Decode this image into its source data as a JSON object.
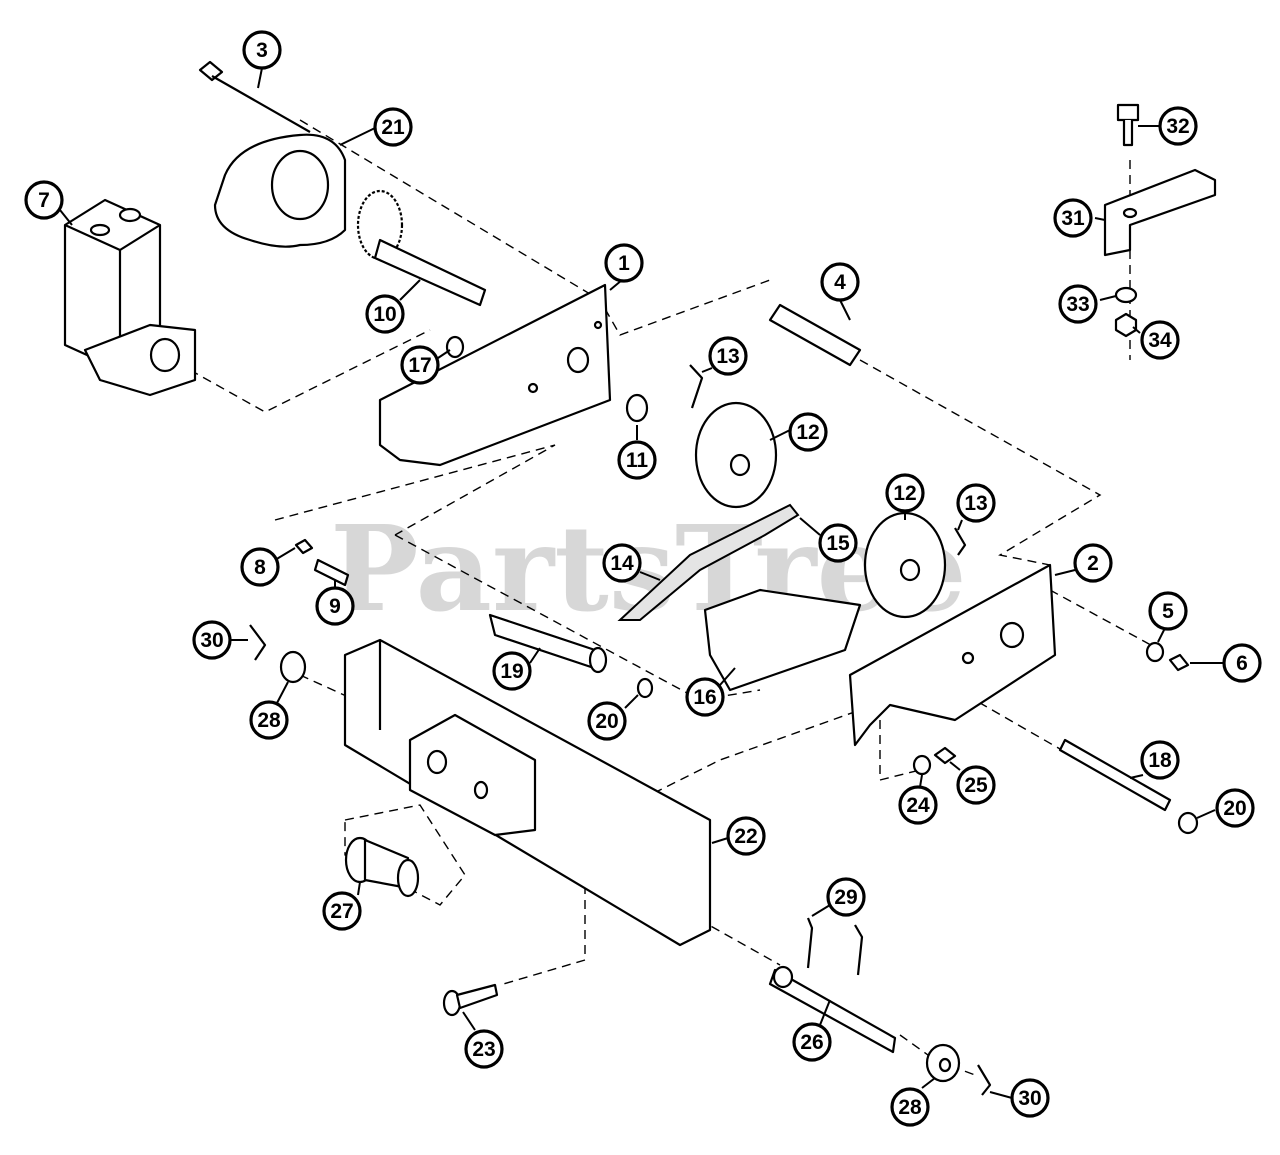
{
  "watermark": "PartsTree",
  "labels": [
    {
      "id": "3",
      "text": "3"
    },
    {
      "id": "21",
      "text": "21"
    },
    {
      "id": "7",
      "text": "7"
    },
    {
      "id": "10",
      "text": "10"
    },
    {
      "id": "1",
      "text": "1"
    },
    {
      "id": "4",
      "text": "4"
    },
    {
      "id": "17",
      "text": "17"
    },
    {
      "id": "13a",
      "text": "13"
    },
    {
      "id": "11",
      "text": "11"
    },
    {
      "id": "12a",
      "text": "12"
    },
    {
      "id": "12b",
      "text": "12"
    },
    {
      "id": "13b",
      "text": "13"
    },
    {
      "id": "15",
      "text": "15"
    },
    {
      "id": "14",
      "text": "14"
    },
    {
      "id": "8",
      "text": "8"
    },
    {
      "id": "9",
      "text": "9"
    },
    {
      "id": "2",
      "text": "2"
    },
    {
      "id": "5",
      "text": "5"
    },
    {
      "id": "6",
      "text": "6"
    },
    {
      "id": "30a",
      "text": "30"
    },
    {
      "id": "28a",
      "text": "28"
    },
    {
      "id": "19",
      "text": "19"
    },
    {
      "id": "20a",
      "text": "20"
    },
    {
      "id": "16",
      "text": "16"
    },
    {
      "id": "18",
      "text": "18"
    },
    {
      "id": "24",
      "text": "24"
    },
    {
      "id": "25",
      "text": "25"
    },
    {
      "id": "20b",
      "text": "20"
    },
    {
      "id": "22",
      "text": "22"
    },
    {
      "id": "27",
      "text": "27"
    },
    {
      "id": "29",
      "text": "29"
    },
    {
      "id": "26",
      "text": "26"
    },
    {
      "id": "23",
      "text": "23"
    },
    {
      "id": "28b",
      "text": "28"
    },
    {
      "id": "30b",
      "text": "30"
    },
    {
      "id": "32",
      "text": "32"
    },
    {
      "id": "31",
      "text": "31"
    },
    {
      "id": "33",
      "text": "33"
    },
    {
      "id": "34",
      "text": "34"
    }
  ]
}
